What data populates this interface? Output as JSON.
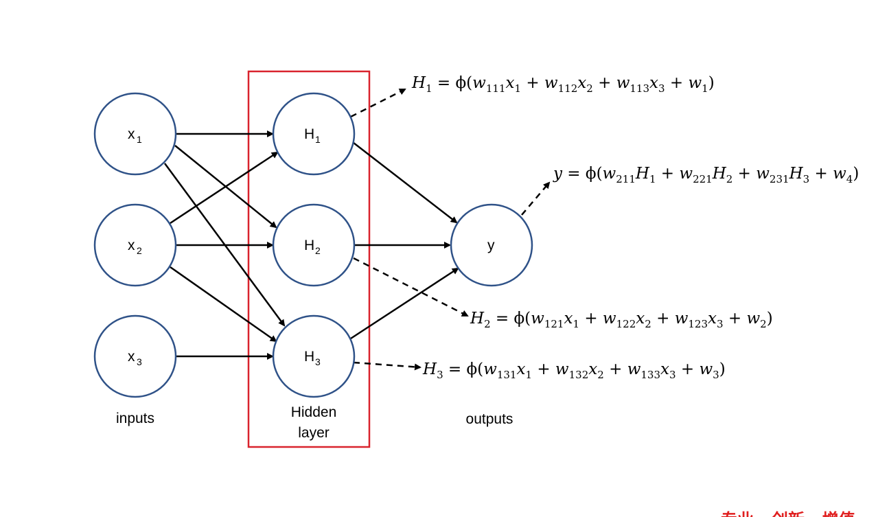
{
  "diagram": {
    "inputs": [
      {
        "label": "x",
        "sub": "1"
      },
      {
        "label": "x",
        "sub": "2"
      },
      {
        "label": "x",
        "sub": "3"
      }
    ],
    "hidden": [
      {
        "label": "H",
        "sub": "1"
      },
      {
        "label": "H",
        "sub": "2"
      },
      {
        "label": "H",
        "sub": "3"
      }
    ],
    "output": {
      "label": "y"
    },
    "captions": {
      "inputs": "inputs",
      "hidden_line1": "Hidden",
      "hidden_line2": "layer",
      "outputs": "outputs"
    },
    "equations": {
      "h1": [
        [
          "H",
          "it"
        ],
        [
          "1",
          "sub"
        ],
        [
          " = ϕ(",
          ""
        ],
        [
          "w",
          "it"
        ],
        [
          "111",
          "sub"
        ],
        [
          "x",
          "it"
        ],
        [
          "1",
          "sub"
        ],
        [
          " + ",
          ""
        ],
        [
          "w",
          "it"
        ],
        [
          "112",
          "sub"
        ],
        [
          "x",
          "it"
        ],
        [
          "2",
          "sub"
        ],
        [
          " + ",
          ""
        ],
        [
          "w",
          "it"
        ],
        [
          "113",
          "sub"
        ],
        [
          "x",
          "it"
        ],
        [
          "3",
          "sub"
        ],
        [
          " + ",
          ""
        ],
        [
          "w",
          "it"
        ],
        [
          "1",
          "sub"
        ],
        [
          ")",
          ""
        ]
      ],
      "y": [
        [
          "y",
          "it"
        ],
        [
          " = ϕ(",
          ""
        ],
        [
          "w",
          "it"
        ],
        [
          "211",
          "sub"
        ],
        [
          "H",
          "it"
        ],
        [
          "1",
          "sub"
        ],
        [
          " + ",
          ""
        ],
        [
          "w",
          "it"
        ],
        [
          "221",
          "sub"
        ],
        [
          "H",
          "it"
        ],
        [
          "2",
          "sub"
        ],
        [
          " + ",
          ""
        ],
        [
          "w",
          "it"
        ],
        [
          "231",
          "sub"
        ],
        [
          "H",
          "it"
        ],
        [
          "3",
          "sub"
        ],
        [
          " + ",
          ""
        ],
        [
          "w",
          "it"
        ],
        [
          "4",
          "sub"
        ],
        [
          ")",
          ""
        ]
      ],
      "h2": [
        [
          "H",
          "it"
        ],
        [
          "2",
          "sub"
        ],
        [
          " = ϕ(",
          ""
        ],
        [
          "w",
          "it"
        ],
        [
          "121",
          "sub"
        ],
        [
          "x",
          "it"
        ],
        [
          "1",
          "sub"
        ],
        [
          " + ",
          ""
        ],
        [
          "w",
          "it"
        ],
        [
          "122",
          "sub"
        ],
        [
          "x",
          "it"
        ],
        [
          "2",
          "sub"
        ],
        [
          " + ",
          ""
        ],
        [
          "w",
          "it"
        ],
        [
          "123",
          "sub"
        ],
        [
          "x",
          "it"
        ],
        [
          "3",
          "sub"
        ],
        [
          " + ",
          ""
        ],
        [
          "w",
          "it"
        ],
        [
          "2",
          "sub"
        ],
        [
          ")",
          ""
        ]
      ],
      "h3": [
        [
          "H",
          "it"
        ],
        [
          "3",
          "sub"
        ],
        [
          " = ϕ(",
          ""
        ],
        [
          "w",
          "it"
        ],
        [
          "131",
          "sub"
        ],
        [
          "x",
          "it"
        ],
        [
          "1",
          "sub"
        ],
        [
          " + ",
          ""
        ],
        [
          "w",
          "it"
        ],
        [
          "132",
          "sub"
        ],
        [
          "x",
          "it"
        ],
        [
          "2",
          "sub"
        ],
        [
          " + ",
          ""
        ],
        [
          "w",
          "it"
        ],
        [
          "133",
          "sub"
        ],
        [
          "x",
          "it"
        ],
        [
          "3",
          "sub"
        ],
        [
          " + ",
          ""
        ],
        [
          "w",
          "it"
        ],
        [
          "3",
          "sub"
        ],
        [
          ")",
          ""
        ]
      ]
    },
    "watermark": "专业 · 创新 · 增值",
    "colors": {
      "node_stroke": "#2f5288",
      "highlight_box": "#d9232d",
      "watermark": "#e02020"
    }
  }
}
